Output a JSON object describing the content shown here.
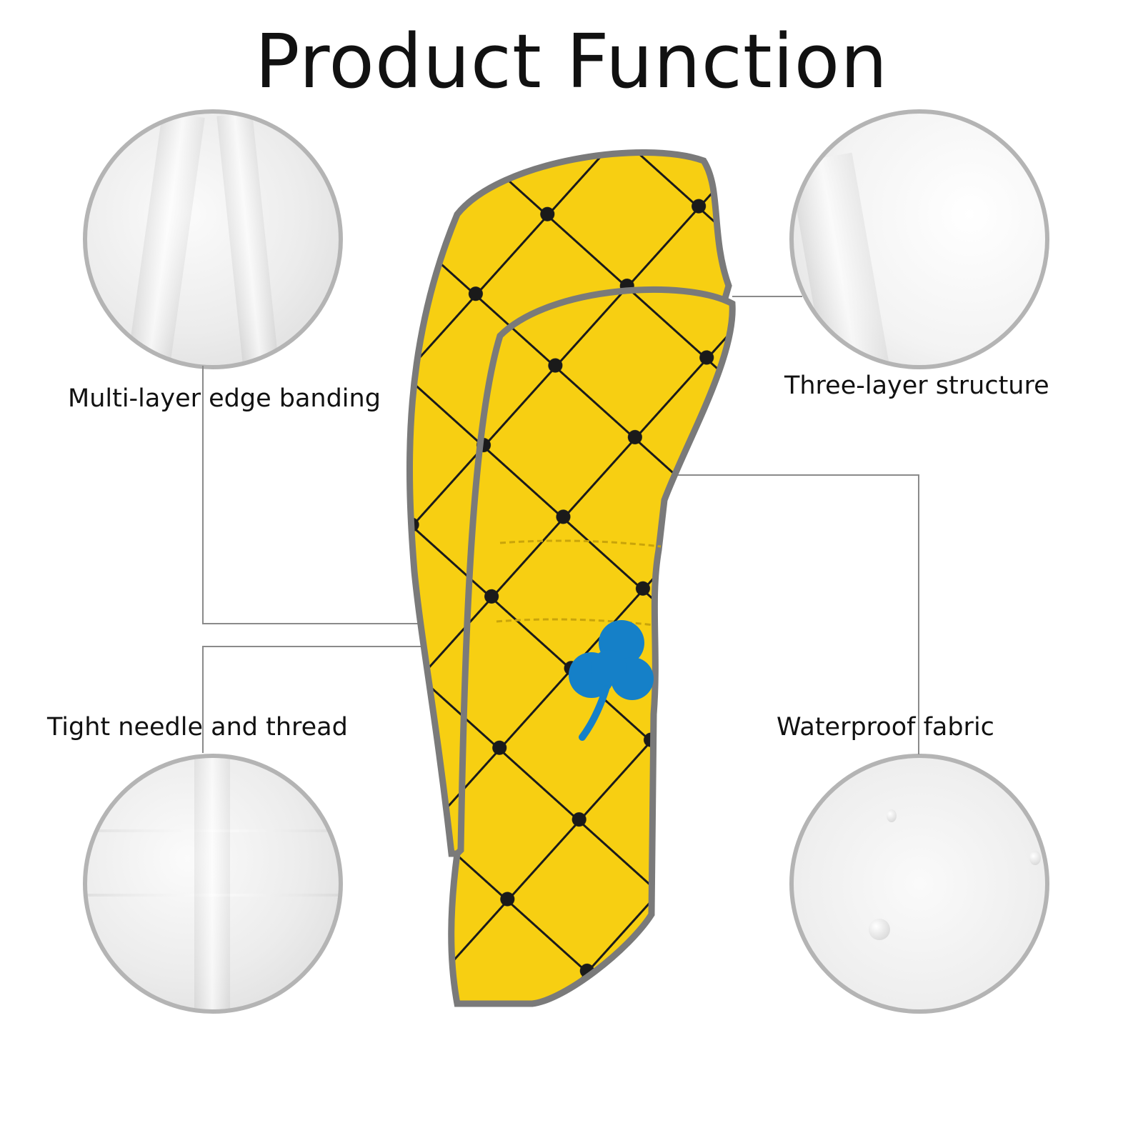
{
  "title": "Product Function",
  "features": [
    {
      "label": "Multi-layer edge banding"
    },
    {
      "label": "Three-layer structure"
    },
    {
      "label": "Tight needle and thread"
    },
    {
      "label": "Waterproof fabric"
    }
  ],
  "colors": {
    "fabric": "#f7cf12",
    "lattice": "#1a1a1a",
    "trim": "#7a7a7a",
    "clover": "#1580c8",
    "circle_border": "#b4b4b4"
  }
}
